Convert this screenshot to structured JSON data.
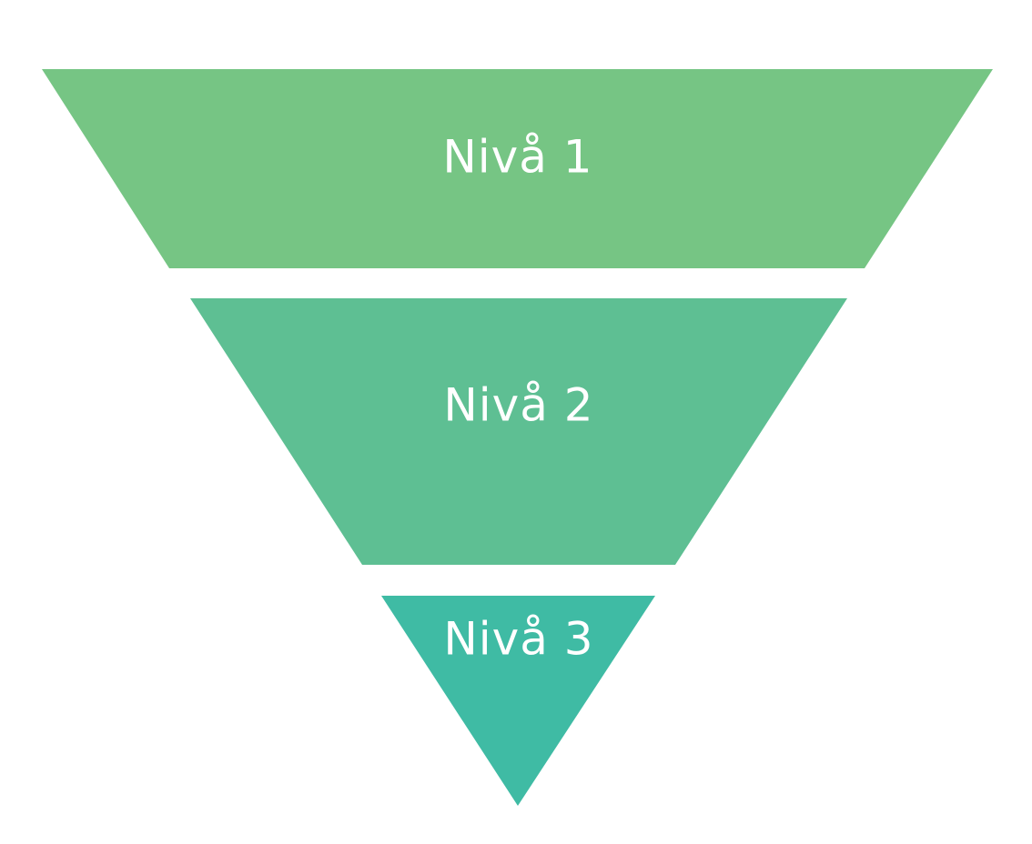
{
  "funnel": {
    "levels": [
      {
        "label": "Nivå 1",
        "color": "#76C584"
      },
      {
        "label": "Nivå 2",
        "color": "#5EBF93"
      },
      {
        "label": "Nivå 3",
        "color": "#3FBBA4"
      }
    ]
  }
}
